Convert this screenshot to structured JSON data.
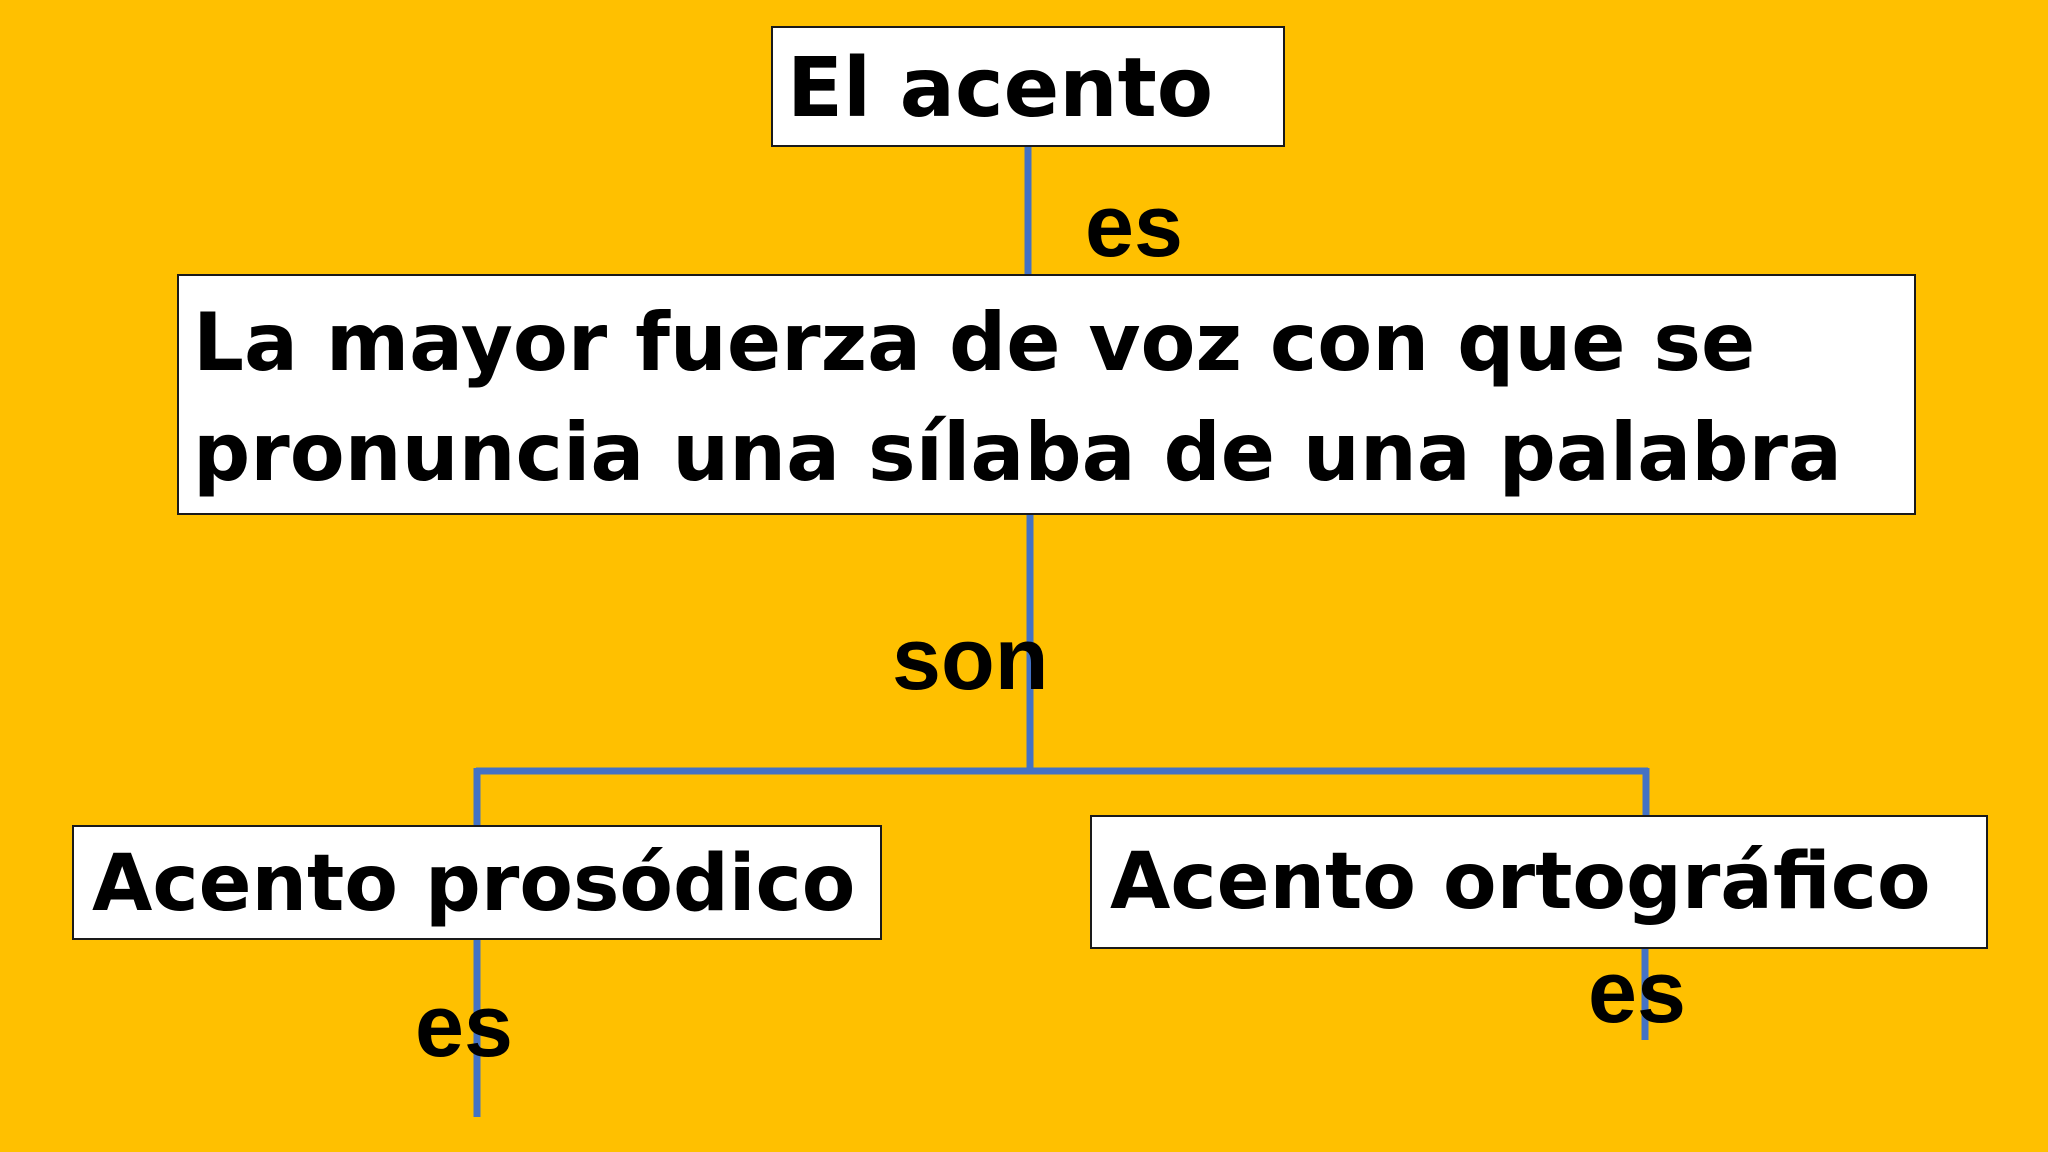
{
  "colors": {
    "background": "#FFC000",
    "connector": "#4472C4",
    "box_fill": "#FFFFFF",
    "text": "#000000"
  },
  "nodes": {
    "root": {
      "text": "El acento"
    },
    "definition": {
      "lines": [
        "La mayor fuerza de voz con que se",
        "pronuncia una sílaba de una palabra"
      ]
    },
    "prosodico": {
      "text": "Acento prosódico"
    },
    "ortografico": {
      "text": "Acento ortográfico"
    }
  },
  "links": {
    "root_to_definition": "es",
    "definition_to_types": "son",
    "prosodico_down": "es",
    "ortografico_down": "es"
  }
}
